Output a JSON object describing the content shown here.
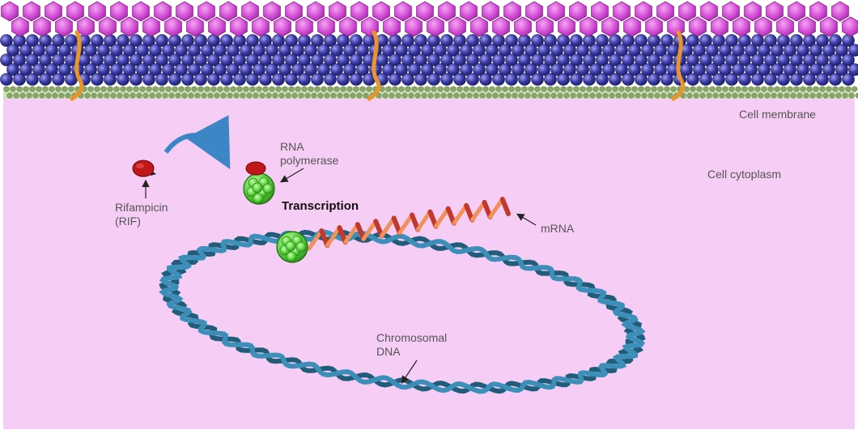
{
  "labels": {
    "cell_membrane": "Cell membrane",
    "cell_cytoplasm": "Cell cytoplasm",
    "rna_polymerase_line1": "RNA",
    "rna_polymerase_line2": "polymerase",
    "transcription": "Transcription",
    "rifampicin_line1": "Rifampicin",
    "rifampicin_line2": "(RIF)",
    "mrna": "mRNA",
    "chromosomal_dna_line1": "Chromosomal",
    "chromosomal_dna_line2": "DNA"
  },
  "colors": {
    "cytoplasm": "#f6cdf4",
    "outer_hexagon": "#d44fd6",
    "peptidoglycan_bead": "#3b3ba8",
    "membrane": "#8aa86a",
    "linker": "#e8962a",
    "dna_strand": "#2f7a9c",
    "mrna_light": "#f0905a",
    "mrna_dark": "#c0392b",
    "rna_polymerase": "#5bd13c",
    "rifampicin": "#c0181a",
    "arrow_blue": "#3d86c6"
  }
}
